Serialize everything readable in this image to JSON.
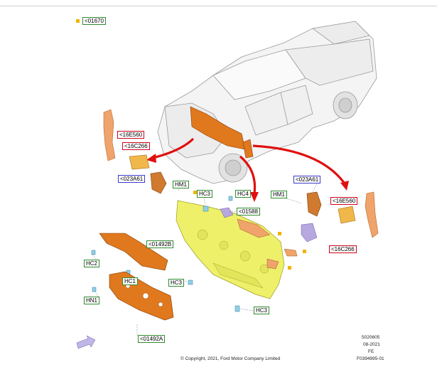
{
  "callouts": {
    "c01670": "<01670",
    "c16E560_left": "<16E560",
    "c16C266_left": "<16C266",
    "c023A61_left": "<023A61",
    "hm1_left": "HM1",
    "hc3_top": "HC3",
    "hc4": "HC4",
    "c01588": "<01588",
    "hm1_right": "HM1",
    "c023A61_right": "<023A61",
    "c16E560_right": "<16E560",
    "c16C266_right": "<16C266",
    "c01492B": "<01492B",
    "hc2": "HC2",
    "hc1": "HC1",
    "hn1": "HN1",
    "hc3_mid": "HC3",
    "hc3_bottom": "HC3",
    "c01492A": "<01492A"
  },
  "footer": {
    "copyright": "© Copyright, 2021, Ford Motor Company Limited",
    "code1": "5020605",
    "date": "08-2021",
    "fe": "FE",
    "figure": "F0394995-01"
  },
  "colors": {
    "part_orange": "#e0781e",
    "part_yellow": "#eef06a",
    "arrow_red": "#e01010",
    "clip_blue": "#8fd0e8",
    "bracket_purple": "#b8a8e0",
    "marker": "#f0b400"
  }
}
